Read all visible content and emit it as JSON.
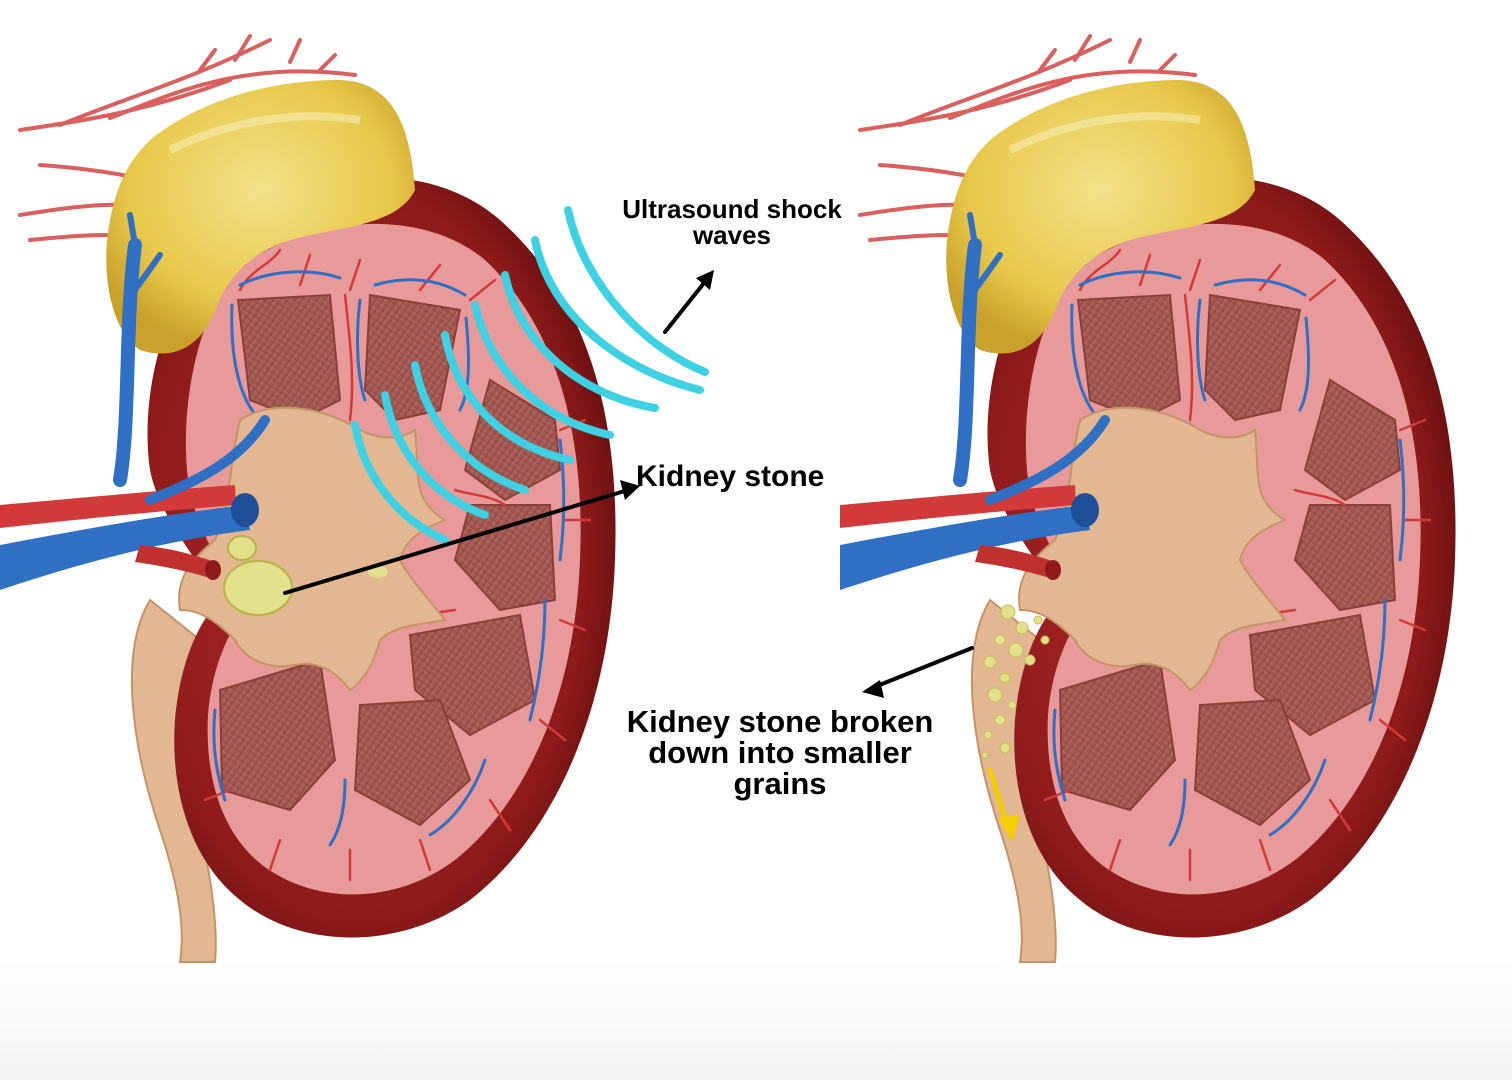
{
  "labels": {
    "waves_line1": "Ultrasound shock",
    "waves_line2": "waves",
    "stone": "Kidney stone",
    "grains_line1": "Kidney stone broken",
    "grains_line2": "down into smaller",
    "grains_line3": "grains"
  },
  "colors": {
    "capsule": "#8e1a1a",
    "cortex": "#e89a9a",
    "pyramid": "#a65a52",
    "pelvis": "#e3b791",
    "adrenal": "#e8c84a",
    "artery": "#d23a3a",
    "vein": "#2f6fc4",
    "stone": "#e2e08a",
    "shock_wave": "#3ed1e3",
    "grain_arrow": "#f2d000"
  }
}
